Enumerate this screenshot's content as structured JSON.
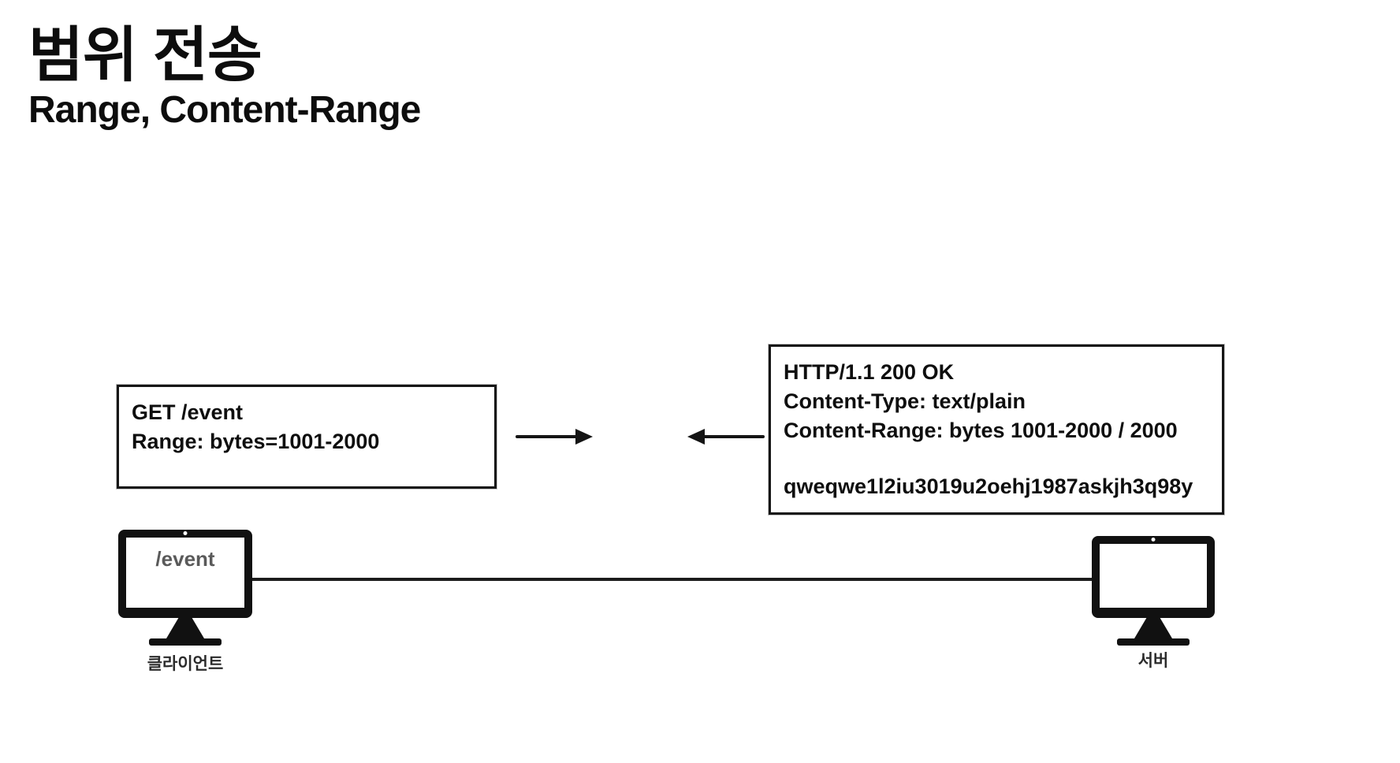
{
  "slide": {
    "title": "범위 전송",
    "subtitle": "Range, Content-Range"
  },
  "request_box": {
    "line1": "GET /event",
    "line2": "Range: bytes=1001-2000"
  },
  "response_box": {
    "status_line": "HTTP/1.1 200 OK",
    "content_type": "Content-Type: text/plain",
    "content_range": "Content-Range: bytes 1001-2000 / 2000",
    "body": "qweqwe1l2iu3019u2oehj1987askjh3q98y"
  },
  "client": {
    "screen_label": "/event",
    "caption": "클라이언트"
  },
  "server": {
    "caption": "서버"
  },
  "colors": {
    "ink": "#111111",
    "background": "#ffffff",
    "screen_label_gray": "#5a5a5a"
  }
}
